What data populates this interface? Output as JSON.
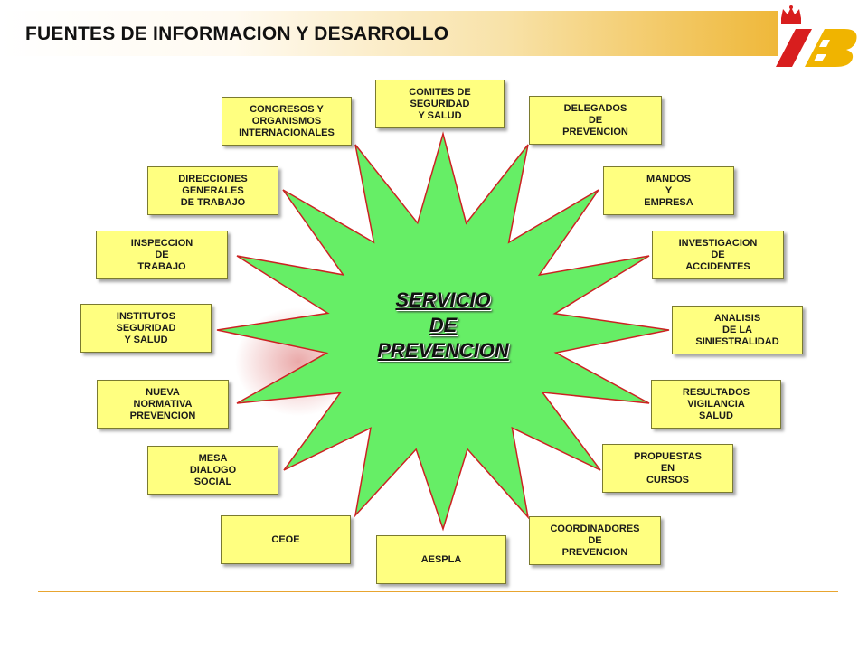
{
  "header": {
    "title": "FUENTES DE INFORMACION Y DESARROLLO"
  },
  "logo": {
    "icon": "crown-icon",
    "colors": {
      "red": "#d81e1e",
      "yellow": "#f0b400"
    }
  },
  "colors": {
    "star_fill": "#66ee66",
    "star_stroke": "#cc2222",
    "node_fill": "#ffff80",
    "accent": "#e8a530"
  },
  "center": {
    "label": "SERVICIO\nDE\nPREVENCION"
  },
  "nodes": [
    {
      "id": "comites",
      "label": "COMITES DE\nSEGURIDAD\nY SALUD"
    },
    {
      "id": "delegados",
      "label": "DELEGADOS\nDE\nPREVENCION"
    },
    {
      "id": "mandos",
      "label": "MANDOS\nY\nEMPRESA"
    },
    {
      "id": "investigacion",
      "label": "INVESTIGACION\nDE\nACCIDENTES"
    },
    {
      "id": "analisis",
      "label": "ANALISIS\nDE LA\nSINIESTRALIDAD"
    },
    {
      "id": "resultados",
      "label": "RESULTADOS\nVIGILANCIA\nSALUD"
    },
    {
      "id": "propuestas",
      "label": "PROPUESTAS\nEN\nCURSOS"
    },
    {
      "id": "coordinadores",
      "label": "COORDINADORES\nDE\nPREVENCION"
    },
    {
      "id": "aespla",
      "label": "AESPLA"
    },
    {
      "id": "ceoe",
      "label": "CEOE"
    },
    {
      "id": "mesa",
      "label": "MESA\nDIALOGO\nSOCIAL"
    },
    {
      "id": "nueva",
      "label": "NUEVA\nNORMATIVA\nPREVENCION"
    },
    {
      "id": "institutos",
      "label": "INSTITUTOS\nSEGURIDAD\nY SALUD"
    },
    {
      "id": "inspeccion",
      "label": "INSPECCION\nDE\nTRABAJO"
    },
    {
      "id": "direcciones",
      "label": "DIRECCIONES\nGENERALES\nDE TRABAJO"
    },
    {
      "id": "congresos",
      "label": "CONGRESOS Y\nORGANISMOS\nINTERNACIONALES"
    }
  ]
}
